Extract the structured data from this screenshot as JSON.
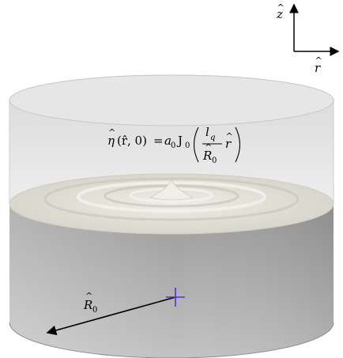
{
  "axes": {
    "z_symbol": "z",
    "r_symbol": "r",
    "hat": "^"
  },
  "equation": {
    "lhs_eta": "η",
    "lhs_args": "(r̂, 0)",
    "equals": "=",
    "a_symbol": "a",
    "a_sub": "0",
    "bessel_J": "J",
    "bessel_sub": "0",
    "l_symbol": "l",
    "l_sub": "q",
    "R_symbol": "R",
    "R_sub": "0",
    "r_symbol": "r"
  },
  "radius_label": {
    "symbol": "R",
    "sub": "0"
  },
  "colors": {
    "cylinder_top": "#d4d4d4",
    "cylinder_lower": "#9f9f9f",
    "surface": "#e7e5dc",
    "center_marker": "#5a2bd6",
    "arrow": "#000000"
  }
}
